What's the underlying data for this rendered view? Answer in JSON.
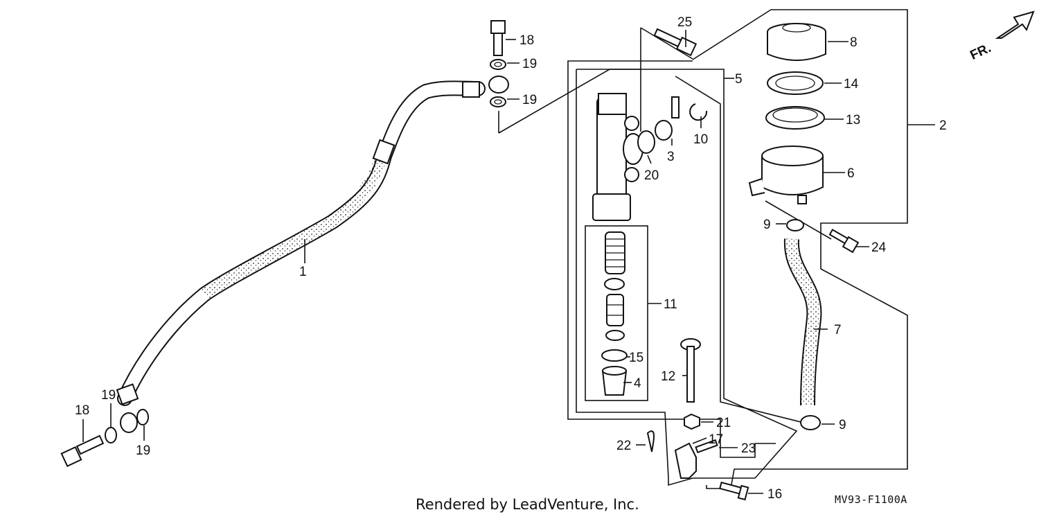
{
  "diagram": {
    "callouts": [
      "1",
      "2",
      "3",
      "4",
      "5",
      "6",
      "7",
      "8",
      "9",
      "9",
      "10",
      "11",
      "12",
      "13",
      "14",
      "15",
      "16",
      "17",
      "18",
      "18",
      "19",
      "19",
      "19",
      "19",
      "20",
      "21",
      "22",
      "23",
      "24",
      "25"
    ],
    "direction_label": "FR.",
    "footer_credit": "Rendered by LeadVenture, Inc.",
    "diagram_code": "MV93-F1100A"
  }
}
